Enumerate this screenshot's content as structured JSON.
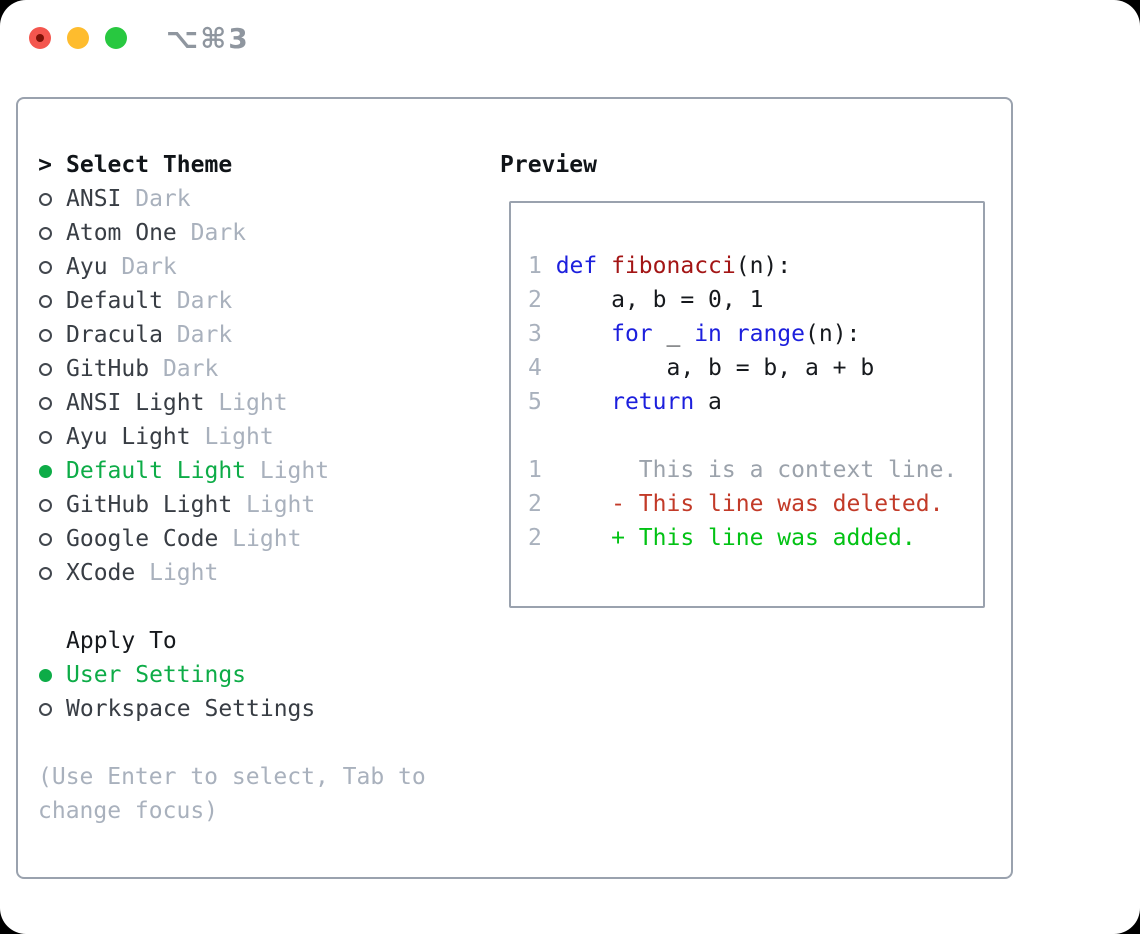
{
  "window": {
    "title": "⌥⌘3",
    "traffic_lights": [
      "close",
      "minimize",
      "zoom"
    ]
  },
  "colors": {
    "panel_border": "#9aa2ae",
    "selection_green": "#0dac47",
    "added_green": "#02c214",
    "deleted_red": "#c23a28",
    "keyword_blue": "#1c1fdd",
    "function_red": "#a31515",
    "muted_gray": "#a9b1bd",
    "traffic_red": "#f4564e",
    "traffic_yellow": "#febc2e",
    "traffic_green": "#28c840"
  },
  "theme_list": {
    "header_prefix": ">",
    "header": "Select Theme",
    "items": [
      {
        "name": "ANSI",
        "variant": "Dark",
        "selected": false
      },
      {
        "name": "Atom One",
        "variant": "Dark",
        "selected": false
      },
      {
        "name": "Ayu",
        "variant": "Dark",
        "selected": false
      },
      {
        "name": "Default",
        "variant": "Dark",
        "selected": false
      },
      {
        "name": "Dracula",
        "variant": "Dark",
        "selected": false
      },
      {
        "name": "GitHub",
        "variant": "Dark",
        "selected": false
      },
      {
        "name": "ANSI Light",
        "variant": "Light",
        "selected": false
      },
      {
        "name": "Ayu Light",
        "variant": "Light",
        "selected": false
      },
      {
        "name": "Default Light",
        "variant": "Light",
        "selected": true
      },
      {
        "name": "GitHub Light",
        "variant": "Light",
        "selected": false
      },
      {
        "name": "Google Code",
        "variant": "Light",
        "selected": false
      },
      {
        "name": "XCode",
        "variant": "Light",
        "selected": false
      }
    ]
  },
  "apply_to": {
    "header": "Apply To",
    "options": [
      {
        "label": "User Settings",
        "selected": true
      },
      {
        "label": "Workspace Settings",
        "selected": false
      }
    ]
  },
  "help": {
    "lines": [
      "(Use Enter to select, Tab to",
      "change focus)"
    ]
  },
  "preview": {
    "title": "Preview",
    "code_lines": [
      {
        "num": "1",
        "segments": [
          {
            "c": "kw",
            "t": "def"
          },
          {
            "c": "plain",
            "t": " "
          },
          {
            "c": "fn",
            "t": "fibonacci"
          },
          {
            "c": "plain",
            "t": "(n):"
          }
        ]
      },
      {
        "num": "2",
        "segments": [
          {
            "c": "plain",
            "t": "    a, b = 0, 1"
          }
        ]
      },
      {
        "num": "3",
        "segments": [
          {
            "c": "plain",
            "t": "    "
          },
          {
            "c": "kw",
            "t": "for"
          },
          {
            "c": "plain",
            "t": " _ "
          },
          {
            "c": "kw",
            "t": "in"
          },
          {
            "c": "plain",
            "t": " "
          },
          {
            "c": "kw",
            "t": "range"
          },
          {
            "c": "plain",
            "t": "(n):"
          }
        ]
      },
      {
        "num": "4",
        "segments": [
          {
            "c": "plain",
            "t": "        a, b = b, a + b"
          }
        ]
      },
      {
        "num": "5",
        "segments": [
          {
            "c": "plain",
            "t": "    "
          },
          {
            "c": "kw",
            "t": "return"
          },
          {
            "c": "plain",
            "t": " a"
          }
        ]
      }
    ],
    "diff_lines": [
      {
        "num": "1",
        "segments": [
          {
            "c": "ctx",
            "t": "      This is a context line."
          }
        ]
      },
      {
        "num": "2",
        "segments": [
          {
            "c": "del",
            "t": "    - This line was deleted."
          }
        ]
      },
      {
        "num": "2",
        "segments": [
          {
            "c": "add",
            "t": "    + This line was added."
          }
        ]
      }
    ]
  }
}
